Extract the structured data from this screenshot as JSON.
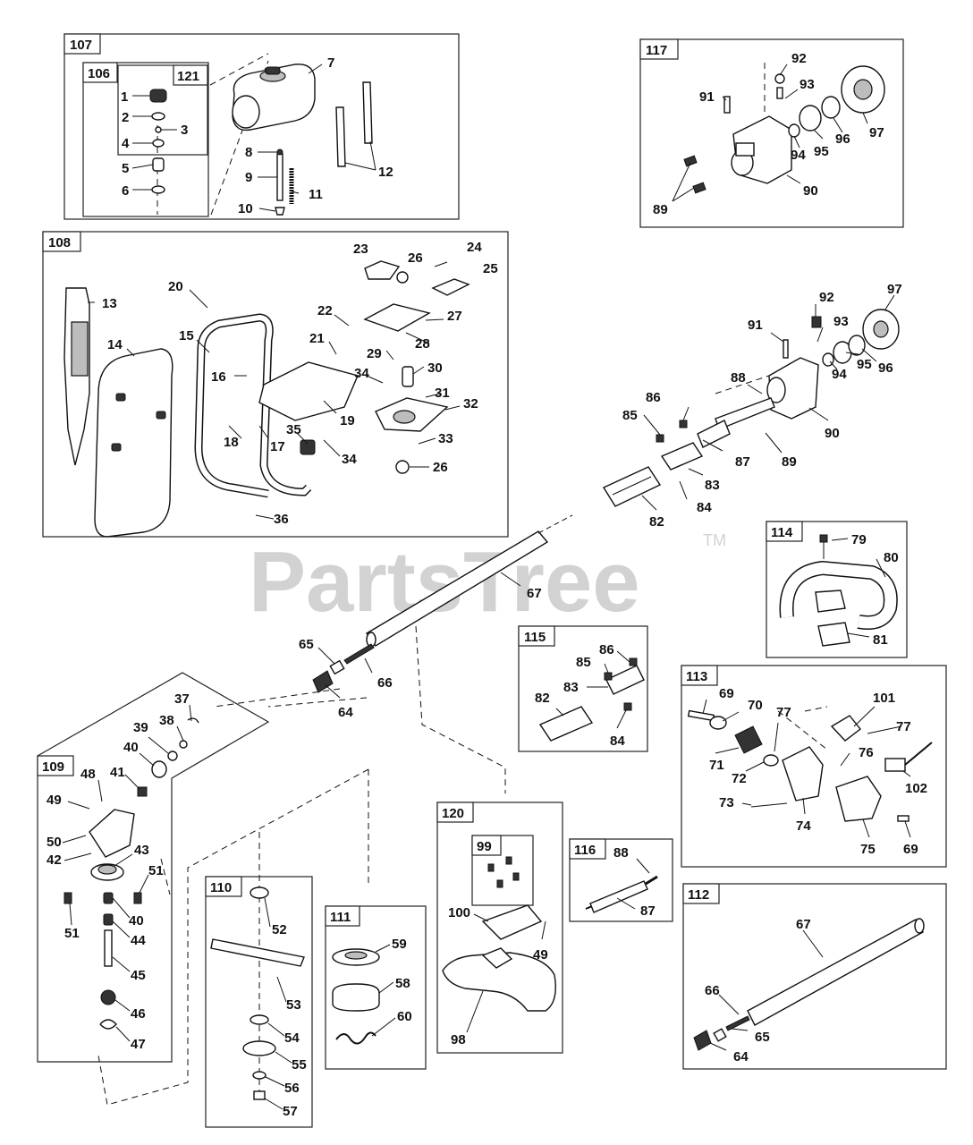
{
  "watermark": {
    "text": "PartsTree",
    "trademark": "TM"
  },
  "groups": [
    "107",
    "106",
    "121",
    "117",
    "108",
    "114",
    "115",
    "113",
    "109",
    "120",
    "99",
    "116",
    "110",
    "111",
    "112"
  ],
  "parts": [
    "1",
    "2",
    "3",
    "4",
    "5",
    "6",
    "7",
    "8",
    "9",
    "10",
    "11",
    "12",
    "13",
    "14",
    "15",
    "16",
    "17",
    "18",
    "19",
    "20",
    "21",
    "22",
    "23",
    "24",
    "25",
    "26",
    "27",
    "28",
    "29",
    "30",
    "31",
    "32",
    "33",
    "34",
    "35",
    "36",
    "37",
    "38",
    "39",
    "40",
    "41",
    "42",
    "43",
    "44",
    "45",
    "46",
    "47",
    "48",
    "49",
    "50",
    "51",
    "52",
    "53",
    "54",
    "55",
    "56",
    "57",
    "58",
    "59",
    "60",
    "64",
    "65",
    "66",
    "67",
    "69",
    "70",
    "71",
    "72",
    "73",
    "74",
    "75",
    "76",
    "77",
    "79",
    "80",
    "81",
    "82",
    "83",
    "84",
    "85",
    "86",
    "87",
    "88",
    "89",
    "90",
    "91",
    "92",
    "93",
    "94",
    "95",
    "96",
    "97",
    "98",
    "100",
    "101",
    "102"
  ]
}
